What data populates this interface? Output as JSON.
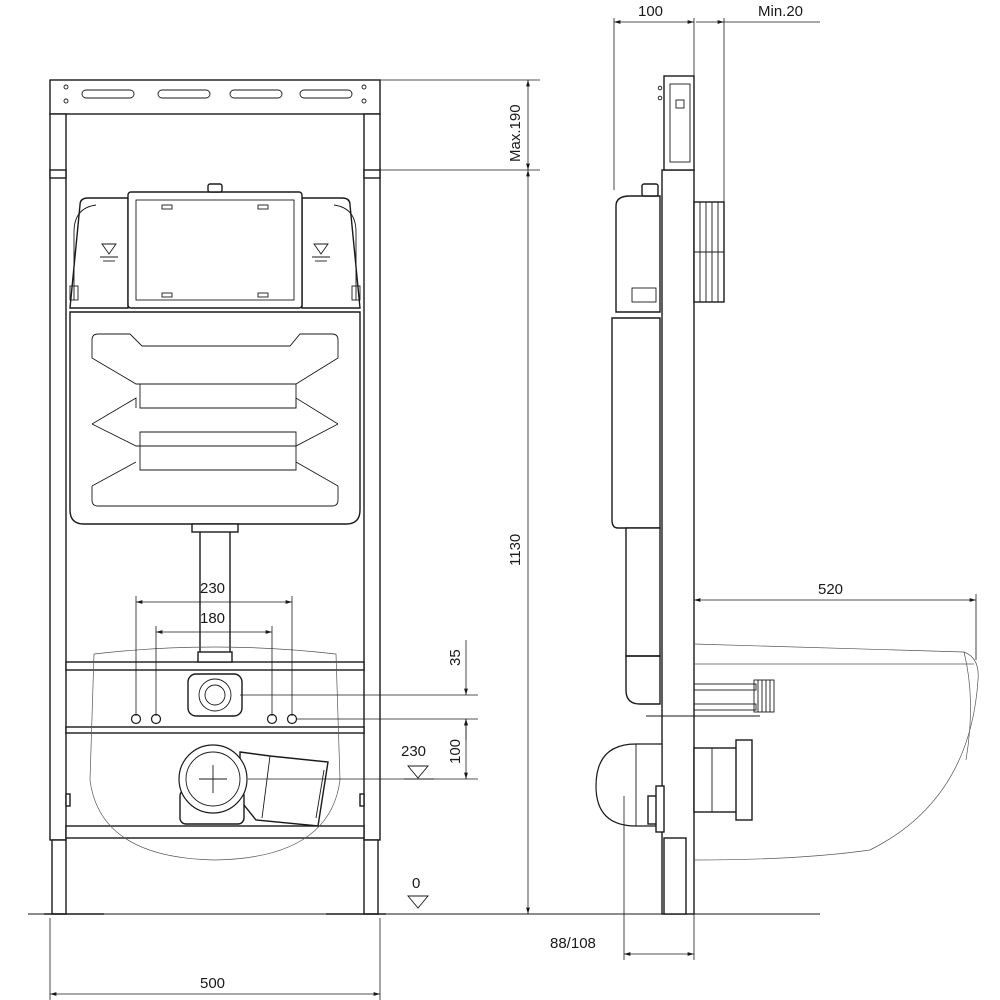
{
  "front_view": {
    "dim_width": "500",
    "dim_height": "1130",
    "dim_max_top": "Max.190",
    "dim_outer_spacing": "230",
    "dim_inner_spacing": "180",
    "dim_35": "35",
    "dim_100": "100",
    "level_230": "230",
    "level_0": "0"
  },
  "side_view": {
    "dim_frame_depth": "100",
    "dim_min_wall": "Min.20",
    "dim_bowl_projection": "520",
    "dim_outlet": "88/108"
  }
}
